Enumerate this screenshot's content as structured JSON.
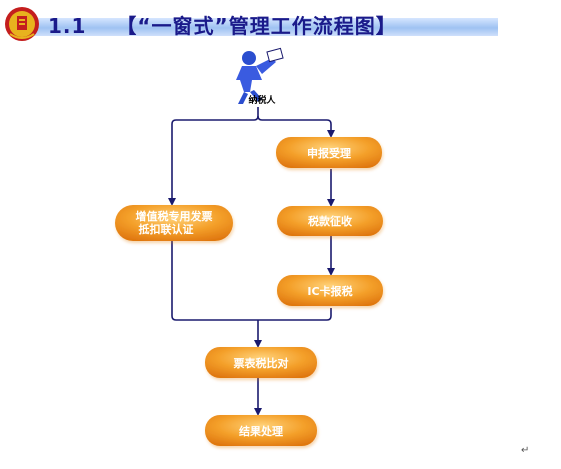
{
  "header": {
    "section_number": "1.1",
    "title": "【“一窗式”管理工作流程图】"
  },
  "taxpayer": {
    "label": "纳税人",
    "icon": "person-icon"
  },
  "nodes": {
    "declaration": "申报受理",
    "tax_collection": "税款征收",
    "ic_card": "IC卡报税",
    "vat_invoice_line1": "增值税专用发票",
    "vat_invoice_line2": "抵扣联认证",
    "comparison": "票表税比对",
    "result": "结果处理"
  },
  "colors": {
    "node_fill": "#f08a14",
    "node_light": "#ffd27a",
    "line": "#1a1a6e",
    "header_band": "#9fc2f2",
    "title": "#1a1a8a"
  }
}
